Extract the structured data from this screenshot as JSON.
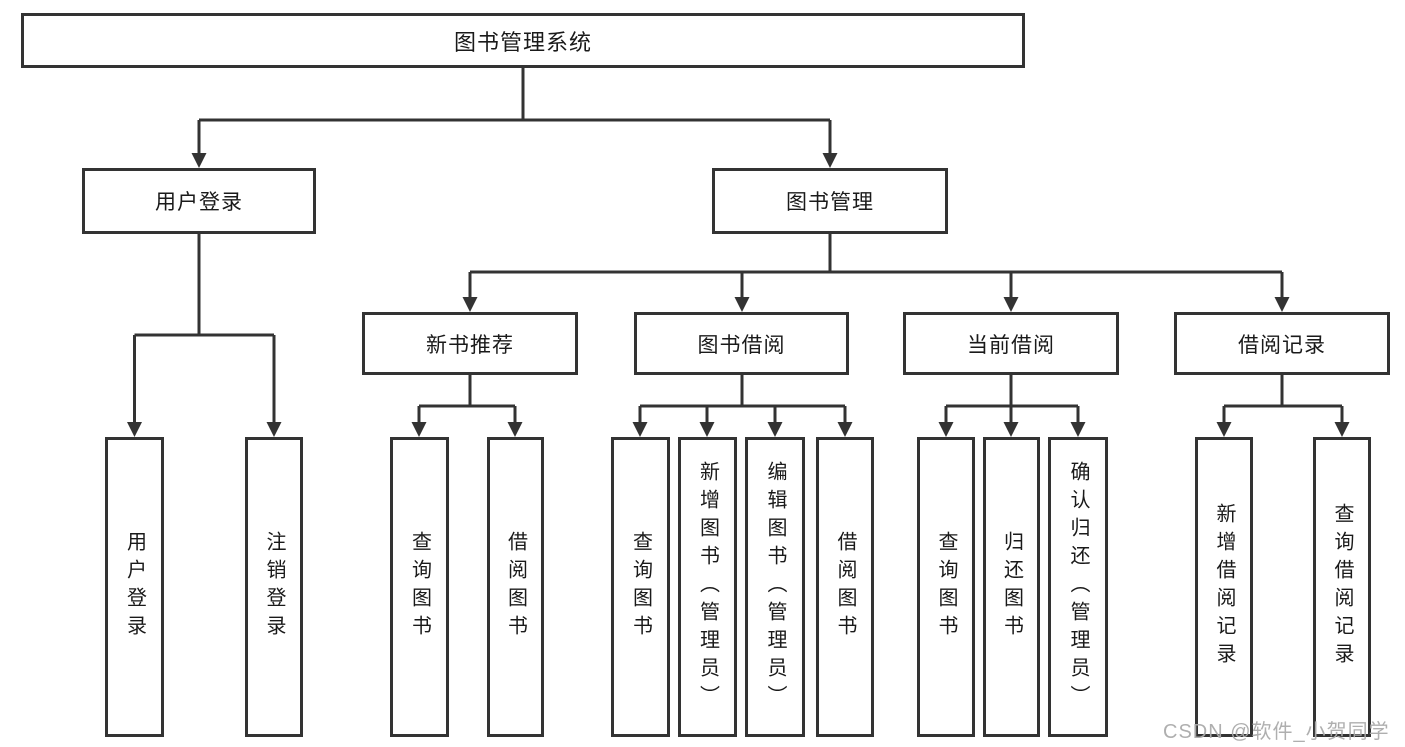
{
  "diagram": {
    "type": "hierarchy-diagram",
    "colors": {
      "background": "#ffffff",
      "line": "#333333",
      "box_border": "#333333",
      "text": "#1a1a1a",
      "watermark": "#ababab"
    },
    "nodes": {
      "root": "图书管理系统",
      "level2": [
        "用户登录",
        "图书管理"
      ],
      "level3": [
        "新书推荐",
        "图书借阅",
        "当前借阅",
        "借阅记录"
      ],
      "leaves": [
        "用户登录",
        "注销登录",
        "查询图书",
        "借阅图书",
        "查询图书",
        "新增图书（管理员）",
        "编辑图书（管理员）",
        "借阅图书",
        "查询图书",
        "归还图书",
        "确认归还（管理员）",
        "新增借阅记录",
        "查询借阅记录"
      ]
    },
    "hierarchy": {
      "图书管理系统": {
        "用户登录": [
          "用户登录",
          "注销登录"
        ],
        "图书管理": {
          "新书推荐": [
            "查询图书",
            "借阅图书"
          ],
          "图书借阅": [
            "查询图书",
            "新增图书（管理员）",
            "编辑图书（管理员）",
            "借阅图书"
          ],
          "当前借阅": [
            "查询图书",
            "归还图书",
            "确认归还（管理员）"
          ],
          "借阅记录": [
            "新增借阅记录",
            "查询借阅记录"
          ]
        }
      }
    },
    "watermark": "CSDN @软件_小贺同学"
  }
}
